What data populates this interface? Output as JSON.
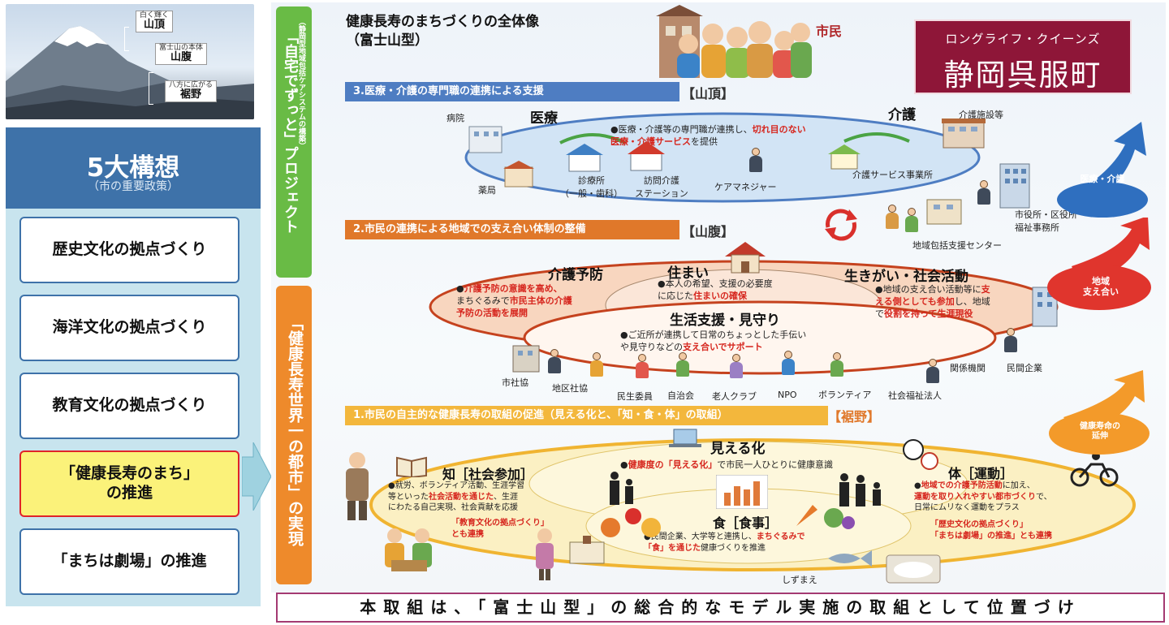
{
  "photo": {
    "tags": [
      {
        "small": "白く輝く",
        "big": "山頂"
      },
      {
        "small": "富士山の本体",
        "big": "山腹"
      },
      {
        "small": "八方に広がる",
        "big": "裾野"
      }
    ]
  },
  "policy": {
    "title": "5大構想",
    "subtitle": "（市の重要政策）",
    "items": [
      {
        "label": "歴史文化の拠点づくり"
      },
      {
        "label": "海洋文化の拠点づくり"
      },
      {
        "label": "教育文化の拠点づくり"
      },
      {
        "label": "「健康長寿のまち」\nの推進"
      },
      {
        "label": "「まちは劇場」の推進"
      }
    ]
  },
  "sidebars": {
    "green_small": "（静岡型地域包括ケアシステムの構築）",
    "green_big": "「自宅でずっと」プロジェクト",
    "orange": "「健康長寿世界一の都市」の実現"
  },
  "header": {
    "title_line1": "健康長寿のまちづくりの全体像",
    "title_line2": "（富士山型）",
    "citizens_label": "市民",
    "brand_small": "ロングライフ・クイーンズ",
    "brand_big": "静岡呉服町"
  },
  "summit": {
    "band": "3.医療・介護の専門職の連携による支援",
    "tag": "【山頂】",
    "medical": "医療",
    "care": "介護",
    "desc_pre": "●医療・介護等の専門職が連携し、",
    "desc_red1": "切れ目のない",
    "desc_red2": "医療・介護サービス",
    "desc_post": "を提供",
    "labels": {
      "hospital": "病院",
      "pharmacy": "薬局",
      "clinic": "診療所\n（一般・歯科）",
      "visiting": "訪問介護\nステーション",
      "caremanager": "ケアマネジャー",
      "care_facility": "介護施設等",
      "care_office": "介護サービス事業所",
      "city_office": "市役所・区役所\n福祉事務所",
      "support_center": "地域包括支援センター"
    }
  },
  "hillside": {
    "band": "2.市民の連携による地域での支え合い体制の整備",
    "tag": "【山腹】",
    "kaigo_yobo": {
      "head": "介護予防",
      "line1_pre": "●",
      "line1_red": "介護予防の意識を高め、",
      "line2_pre": "まちぐるみで",
      "line2_red": "市民主体の介護",
      "line3_red": "予防の活動を展開"
    },
    "sumai": {
      "head": "住まい",
      "line1": "●本人の希望、支援の必要度",
      "line2_pre": "に応じた",
      "line2_red": "住まいの確保"
    },
    "ikigai": {
      "head": "生きがい・社会活動",
      "line1_pre": "●地域の支え合い活動等に",
      "line1_red": "支",
      "line2_red": "える側としても参加",
      "line2_post": "し、地域",
      "line3_pre": "で",
      "line3_red": "役割を持って生涯現役"
    },
    "seikatsu": {
      "head": "生活支援・見守り",
      "line1": "●ご近所が連携して日常のちょっとした手伝い",
      "line2_pre": "や見守りなどの",
      "line2_red": "支え合いでサポート"
    },
    "actors": [
      "市社協",
      "地区社協",
      "民生委員",
      "自治会",
      "老人クラブ",
      "NPO",
      "ボランティア",
      "社会福祉法人",
      "関係機関",
      "民間企業"
    ]
  },
  "foot": {
    "band": "1.市民の自主的な健康長寿の取組の促進（見える化と、「知・食・体」の取組）",
    "tag": "【裾野】",
    "mieruka": {
      "head": "見える化",
      "line_pre": "●",
      "line_red": "健康度の「見える化」",
      "line_post": "で市民一人ひとりに健康意識"
    },
    "chi": {
      "head": "知［社会参加］",
      "line1": "●就労、ボランティア活動、生涯学習",
      "line2_pre": "等といった",
      "line2_red": "社会活動を通じた",
      "line2_post": "、生涯",
      "line3": "にわたる自己実現、社会貢献を応援",
      "link1": "「教育文化の拠点づくり」",
      "link2": "とも連携"
    },
    "tai": {
      "head": "体［運動］",
      "line1_pre": "●",
      "line1_red": "地域での介護予防活動",
      "line1_post": "に加え、",
      "line2_red": "運動を取り入れやすい都市づくり",
      "line2_post": "で、",
      "line3": "日常にムリなく運動をプラス",
      "link1": "「歴史文化の拠点づくり」",
      "link2": "「まちは劇場」の推進」とも連携"
    },
    "shoku": {
      "head": "食［食事］",
      "line1_pre": "●民間企業、大学等と連携し、",
      "line1_red": "まちぐるみで",
      "line2_red": "「食」を通じた",
      "line2_post": "健康づくりを推進"
    },
    "shizumae": "しずまえ"
  },
  "arrows": [
    {
      "label": "医療・介護",
      "color": "#2f6fbf"
    },
    {
      "label": "地域\n支え合い",
      "color": "#e0352d"
    },
    {
      "label": "健康寿命の\n延伸",
      "color": "#f39a2a"
    }
  ],
  "footer_text": "本取組は、「富士山型」の総合的なモデル実施の取組として位置づけ"
}
